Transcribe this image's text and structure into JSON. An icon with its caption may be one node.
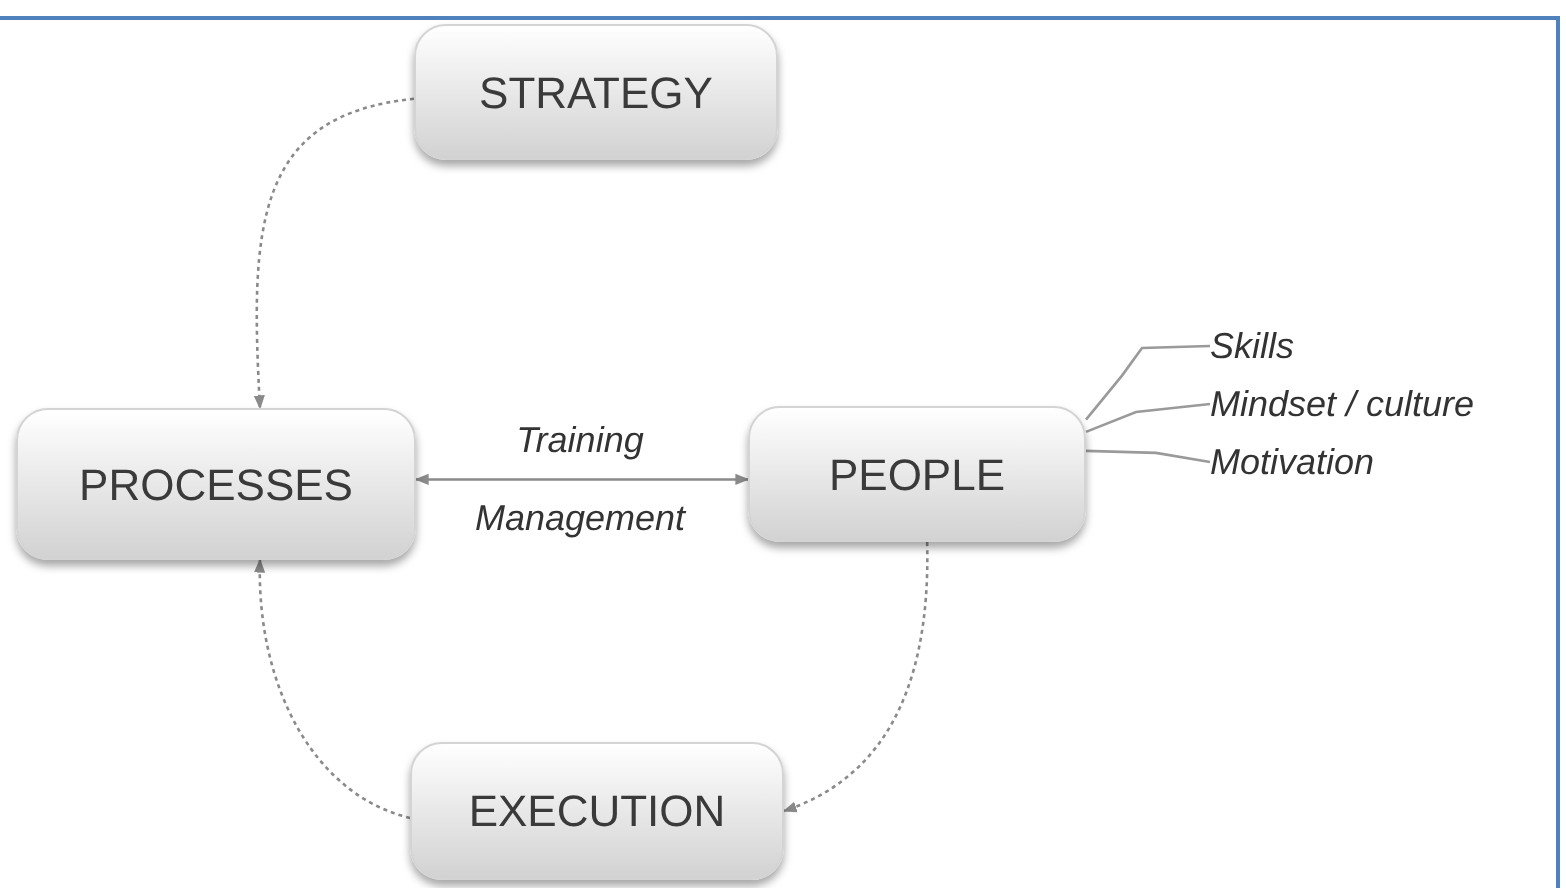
{
  "diagram": {
    "nodes": [
      {
        "text": [
          "STRATEGY"
        ]
      },
      {
        "text": [
          "PROCESSES"
        ]
      },
      {
        "text": [
          "PEOPLE"
        ]
      },
      {
        "text": [
          "EXECUTION"
        ]
      },
      {
        "text": [
          "Skills"
        ]
      },
      {
        "text": [
          "Mindset / culture"
        ]
      },
      {
        "text": [
          "Motivation"
        ]
      }
    ],
    "edges": [
      {
        "from": 0,
        "to": 1,
        "arrow": "to",
        "style": "dashed"
      },
      {
        "from": 1,
        "to": 2,
        "arrow": "both",
        "label": "Training"
      },
      {
        "from": 2,
        "to": 3,
        "arrow": "to",
        "style": "dashed"
      },
      {
        "from": 3,
        "to": 1,
        "arrow": "to",
        "style": "dashed"
      },
      {
        "from": 2,
        "to": 4,
        "arrow": "none"
      },
      {
        "from": 2,
        "to": 5,
        "arrow": "none"
      },
      {
        "from": 2,
        "to": 6,
        "arrow": "none"
      }
    ],
    "labels": [
      "Management"
    ]
  }
}
